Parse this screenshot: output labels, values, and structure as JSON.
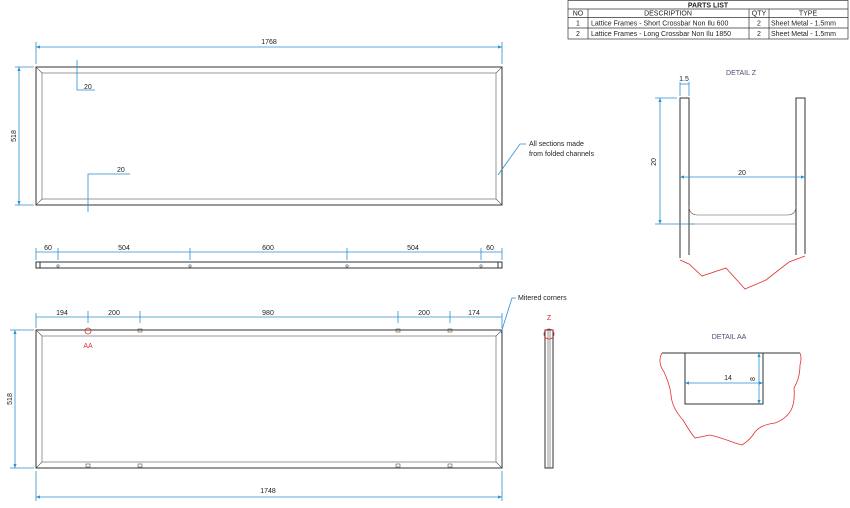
{
  "parts_list": {
    "title": "PARTS LIST",
    "headers": [
      "NO",
      "DESCRIPTION",
      "QTY",
      "TYPE"
    ],
    "rows": [
      [
        "1",
        "Lattice Frames - Short Crossbar Non Ilu 600",
        "2",
        "Sheet Metal - 1.5mm"
      ],
      [
        "2",
        "Lattice Frames - Long Crossbar Non Ilu 1850",
        "2",
        "Sheet Metal - 1.5mm"
      ]
    ]
  },
  "top_view": {
    "width_dim": "1768",
    "height_dim": "518",
    "inset_dim_top": "20",
    "inset_dim_side": "20",
    "note": [
      "All sections made",
      "from folded channels"
    ]
  },
  "strip_view": {
    "dims": [
      "60",
      "504",
      "600",
      "504",
      "60"
    ]
  },
  "bottom_view": {
    "top_dims": [
      "194",
      "200",
      "980",
      "200",
      "174"
    ],
    "height_dim": "518",
    "width_dim": "1748",
    "detail_marker": "AA",
    "note": "Mitered corners"
  },
  "side_view": {
    "detail_marker": "Z"
  },
  "detail_z": {
    "title": "DETAIL Z",
    "thickness_dim": "1.5",
    "height_dim": "20",
    "width_dim": "20"
  },
  "detail_aa": {
    "title": "DETAIL AA",
    "width_dim": "14",
    "height_dim": "8"
  }
}
